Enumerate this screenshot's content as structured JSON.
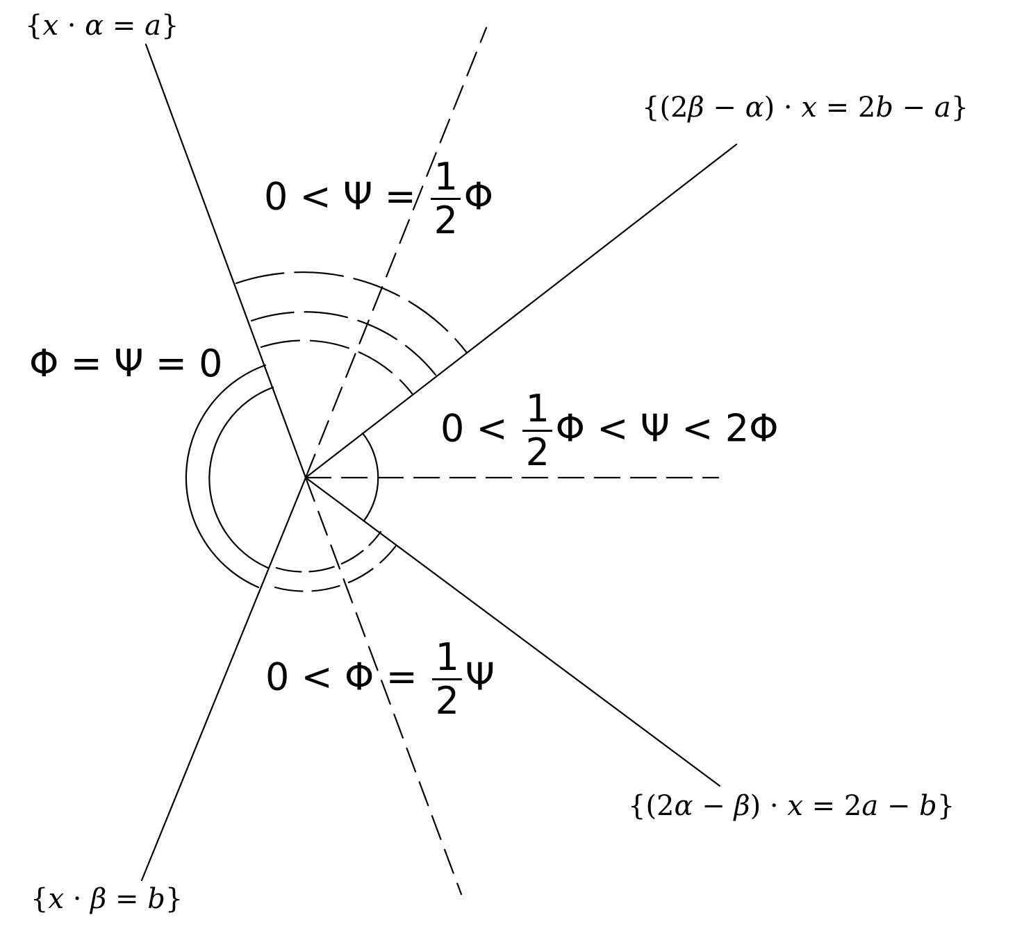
{
  "boundary_labels": {
    "alpha_hyperplane": [
      "{",
      "x",
      " · ",
      "α",
      " = ",
      "a",
      "}"
    ],
    "beta_hyperplane": [
      "{",
      "x",
      " · ",
      "β",
      " = ",
      "b",
      "}"
    ],
    "reflected_beta_hyperplane": [
      "{(2",
      "β",
      " − ",
      "α",
      ") · ",
      "x",
      " = 2",
      "b",
      " − ",
      "a",
      "}"
    ],
    "reflected_alpha_hyperplane": [
      "{(2",
      "α",
      " − ",
      "β",
      ") · ",
      "x",
      " = 2",
      "a",
      " − ",
      "b",
      "}"
    ]
  },
  "region_labels": {
    "left": "Φ = Ψ = 0",
    "top": {
      "prefix": "0 < Ψ = ",
      "numerator": "1",
      "denominator": "2",
      "suffix": "Φ"
    },
    "right": {
      "prefix": "0 < ",
      "numerator": "1",
      "denominator": "2",
      "suffix": "Φ < Ψ < 2Φ"
    },
    "bottom": {
      "prefix": "0 < Φ = ",
      "numerator": "1",
      "denominator": "2",
      "suffix": "Ψ"
    }
  },
  "colors": {
    "ink": "#000000",
    "background": "#ffffff"
  }
}
